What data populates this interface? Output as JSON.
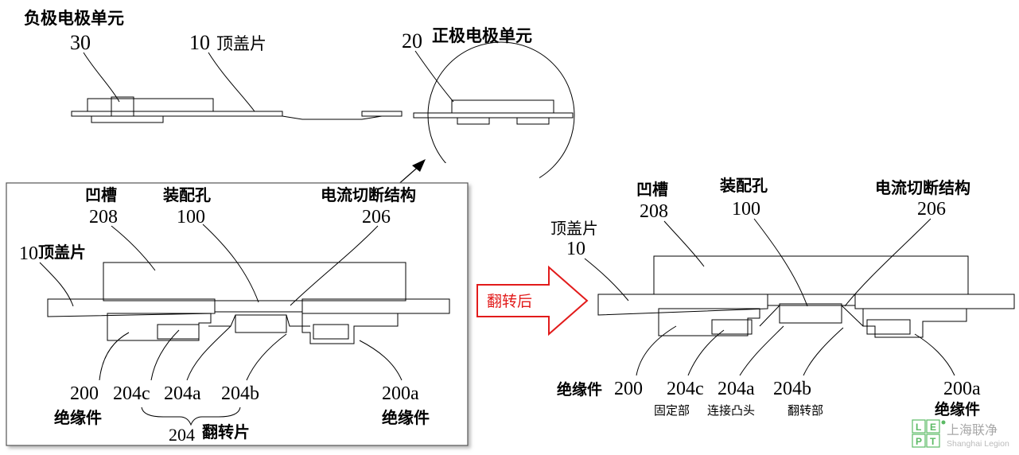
{
  "top": {
    "neg_title": "负极电极单元",
    "neg_num": "30",
    "cap_num": "10",
    "cap_label": "顶盖片",
    "pos_num": "20",
    "pos_title": "正极电极单元"
  },
  "left": {
    "groove_title": "凹槽",
    "groove_num": "208",
    "hole_title": "装配孔",
    "hole_num": "100",
    "cut_title": "电流切断结构",
    "cut_num": "206",
    "cap_num": "10",
    "cap_label": "顶盖片",
    "n200": "200",
    "n204c": "204c",
    "n204a": "204a",
    "n204b": "204b",
    "n200a": "200a",
    "ins_label_left": "绝缘件",
    "ins_label_right": "绝缘件",
    "n204": "204",
    "flip_label": "翻转片"
  },
  "arrow_label": "翻转后",
  "right": {
    "cap_label": "顶盖片",
    "cap_num": "10",
    "groove_title": "凹槽",
    "groove_num": "208",
    "hole_title": "装配孔",
    "hole_num": "100",
    "cut_title": "电流切断结构",
    "cut_num": "206",
    "ins_label_left": "绝缘件",
    "n200": "200",
    "n204c": "204c",
    "n204a": "204a",
    "n204b": "204b",
    "n200a": "200a",
    "fixed_label": "固定部",
    "boss_label": "连接凸头",
    "flip_part_label": "翻转部",
    "ins_label_right": "绝缘件"
  },
  "logo": {
    "letters": [
      "L",
      "E",
      "P",
      "T"
    ],
    "name_cn": "上海联净",
    "name_en": "Shanghai Legion"
  },
  "colors": {
    "arrow_stroke": "#e21b1b",
    "arrow_text": "#e21b1b",
    "logo_green": "#3fae49"
  }
}
